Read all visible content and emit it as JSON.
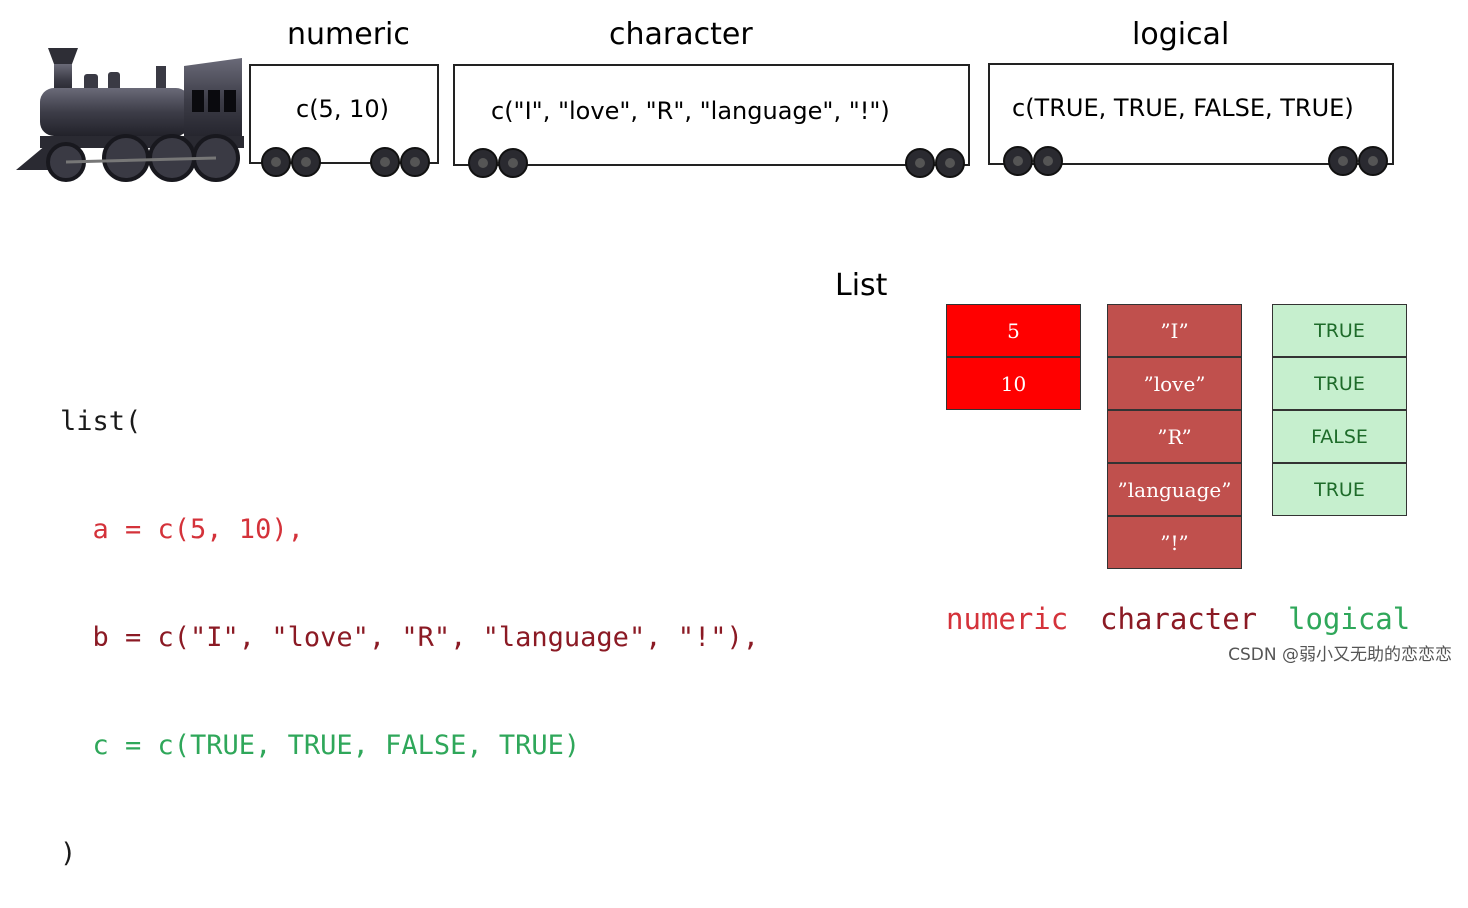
{
  "train": {
    "cars": [
      {
        "label": "numeric",
        "content": "c(5, 10)"
      },
      {
        "label": "character",
        "content": "c(\"I\", \"love\",  \"R\",  \"language\",  \"!\")"
      },
      {
        "label": "logical",
        "content": "c(TRUE, TRUE, FALSE, TRUE)"
      }
    ]
  },
  "code": {
    "open": "list(",
    "line_a": "  a = c(5, 10),",
    "line_b": "  b = c(\"I\", \"love\", \"R\", \"language\", \"!\"),",
    "line_c": "  c = c(TRUE, TRUE, FALSE, TRUE)",
    "close": ")"
  },
  "list_box": {
    "title": "List",
    "numeric": [
      "5",
      "10"
    ],
    "character": [
      "”I”",
      "”love”",
      "”R”",
      "”language”",
      "”!”"
    ],
    "logical": [
      "TRUE",
      "TRUE",
      "FALSE",
      "TRUE"
    ]
  },
  "legend": {
    "numeric": "numeric",
    "character": "character",
    "logical": "logical"
  },
  "colors": {
    "numeric": "#ff0000",
    "character": "#c0504d",
    "logical": "#c6efce"
  },
  "watermark": "CSDN @弱小又无助的恋恋恋"
}
